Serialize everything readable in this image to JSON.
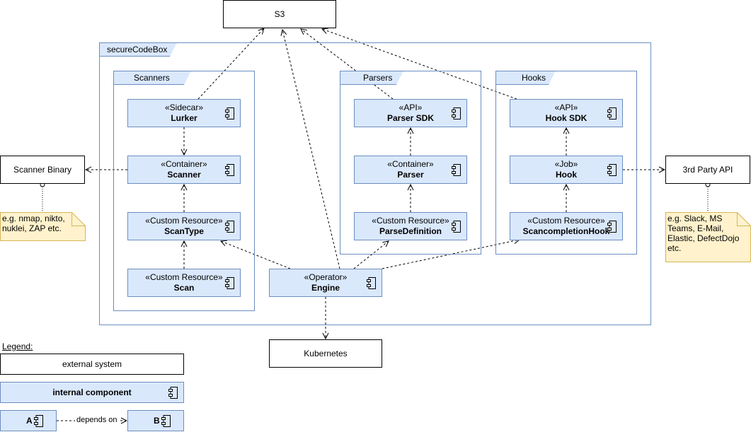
{
  "external": {
    "s3": "S3",
    "scanner_binary": "Scanner Binary",
    "third_party_api": "3rd Party API",
    "kubernetes": "Kubernetes"
  },
  "system_boundary": {
    "label": "secureCodeBox"
  },
  "packages": {
    "scanners": "Scanners",
    "parsers": "Parsers",
    "hooks": "Hooks"
  },
  "components": {
    "lurker": {
      "stereotype": "«Sidecar»",
      "name": "Lurker"
    },
    "scanner": {
      "stereotype": "«Container»",
      "name": "Scanner"
    },
    "scantype": {
      "stereotype": "«Custom Resource»",
      "name": "ScanType"
    },
    "scan": {
      "stereotype": "«Custom Resource»",
      "name": "Scan"
    },
    "parser_sdk": {
      "stereotype": "«API»",
      "name": "Parser SDK"
    },
    "parser": {
      "stereotype": "«Container»",
      "name": "Parser"
    },
    "parse_definition": {
      "stereotype": "«Custom Resource»",
      "name": "ParseDefinition"
    },
    "hook_sdk": {
      "stereotype": "«API»",
      "name": "Hook SDK"
    },
    "hook": {
      "stereotype": "«Job»",
      "name": "Hook"
    },
    "scancompletion_hook": {
      "stereotype": "«Custom Resource»",
      "name": "ScancompletionHook"
    },
    "engine": {
      "stereotype": "«Operator»",
      "name": "Engine"
    }
  },
  "notes": {
    "scanner_examples": "e.g. nmap, nikto, nuklei, ZAP etc.",
    "api_examples": "e.g. Slack, MS Teams, E-Mail, Elastic, DefectDojo etc."
  },
  "legend": {
    "title": "Legend:",
    "external_system": "external system",
    "internal_component": "internal component",
    "a": "A",
    "b": "B",
    "depends_on": "depends on"
  },
  "colors": {
    "component_fill": "#dae8fc",
    "component_border": "#6c8ebf",
    "note_fill": "#fff2cc",
    "external_fill": "#ffffff"
  }
}
